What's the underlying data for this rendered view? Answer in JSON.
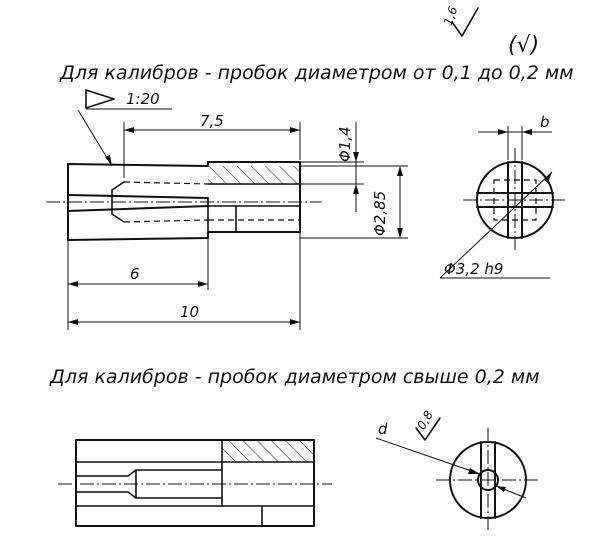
{
  "roughness": {
    "value": "1,6",
    "general": "(√)"
  },
  "section1": {
    "caption": "Для калибров - пробок диаметром от 0,1 до 0,2 мм",
    "taper": "1:20",
    "dims": {
      "d7_5": "7,5",
      "d1_4": "Φ1,4",
      "d2_85": "Φ2,85",
      "d6": "6",
      "d10": "10",
      "slot": "b",
      "d3_2": "Φ3,2 h9"
    }
  },
  "section2": {
    "caption": "Для калибров - пробок диаметром свыше 0,2 мм",
    "dims": {
      "d": "d",
      "r": "0,8"
    }
  }
}
